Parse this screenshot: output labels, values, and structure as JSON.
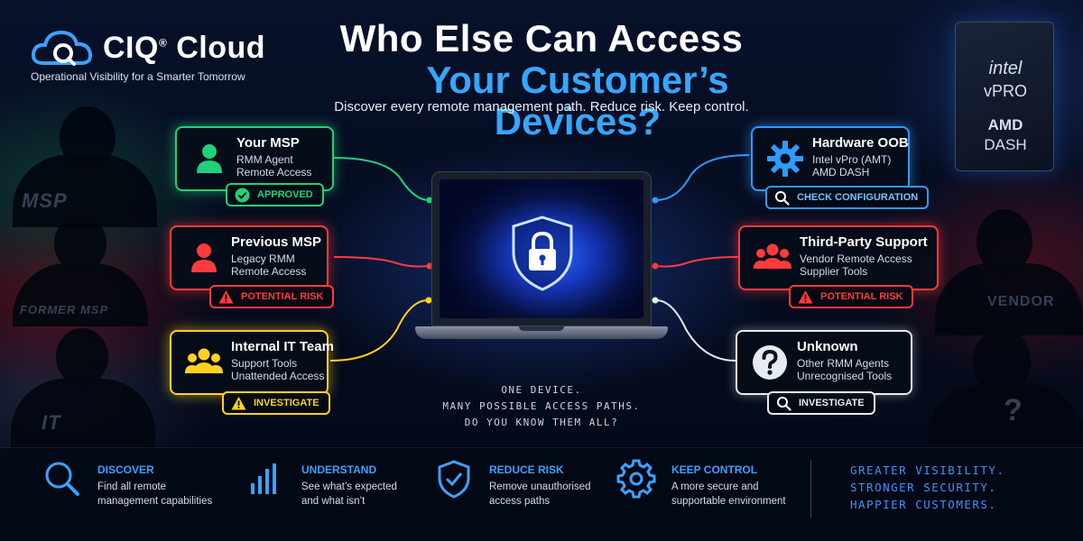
{
  "brand": {
    "name": "CIQ",
    "registered": "®",
    "suffix": "Cloud",
    "tagline": "Operational Visibility for a Smarter Tomorrow"
  },
  "headline": {
    "line1": "Who Else Can Access",
    "line2": "Your Customer’s Devices?",
    "subtitle": "Discover every remote management path. Reduce risk. Keep control."
  },
  "background_labels": {
    "msp": "MSP",
    "former_msp": "FORMER MSP",
    "it": "IT",
    "vendor": "VENDOR"
  },
  "chip": {
    "intel": "intel",
    "vpro": "vPRO",
    "amd": "AMD",
    "dash": "DASH"
  },
  "cards": {
    "your_msp": {
      "title": "Your MSP",
      "lines": [
        "RMM Agent",
        "Remote Access"
      ],
      "badge": "APPROVED",
      "color": "#21d07a",
      "icon": "person-icon"
    },
    "previous_msp": {
      "title": "Previous MSP",
      "lines": [
        "Legacy RMM",
        "Remote Access"
      ],
      "badge": "POTENTIAL RISK",
      "color": "#ff3b3b",
      "icon": "person-icon"
    },
    "internal_it": {
      "title": "Internal IT Team",
      "lines": [
        "Support Tools",
        "Unattended Access"
      ],
      "badge": "INVESTIGATE",
      "color": "#ffd21f",
      "icon": "group-icon"
    },
    "hardware_oob": {
      "title": "Hardware OOB",
      "lines": [
        "Intel vPro (AMT)",
        "AMD DASH"
      ],
      "badge": "CHECK CONFIGURATION",
      "color": "#2f9bff",
      "icon": "gear-icon"
    },
    "third_party": {
      "title": "Third-Party Support",
      "lines": [
        "Vendor Remote Access",
        "Supplier Tools"
      ],
      "badge": "POTENTIAL RISK",
      "color": "#ff3b3b",
      "icon": "group-icon"
    },
    "unknown": {
      "title": "Unknown",
      "lines": [
        "Other RMM Agents",
        "Unrecognised Tools"
      ],
      "badge": "INVESTIGATE",
      "color": "#e6ebf2",
      "icon": "question-icon"
    }
  },
  "center": {
    "lines": [
      "ONE DEVICE.",
      "MANY POSSIBLE ACCESS PATHS.",
      "DO YOU KNOW THEM ALL?"
    ]
  },
  "features": [
    {
      "title": "DISCOVER",
      "lines": [
        "Find all remote",
        "management capabilities"
      ],
      "icon": "search-icon"
    },
    {
      "title": "UNDERSTAND",
      "lines": [
        "See what’s expected",
        "and what isn’t"
      ],
      "icon": "bar-chart-icon"
    },
    {
      "title": "REDUCE RISK",
      "lines": [
        "Remove unauthorised",
        "access paths"
      ],
      "icon": "shield-check-icon"
    },
    {
      "title": "KEEP CONTROL",
      "lines": [
        "A more secure and",
        "supportable environment"
      ],
      "icon": "gear-icon"
    }
  ],
  "tagline": [
    "GREATER VISIBILITY.",
    "STRONGER SECURITY.",
    "HAPPIER CUSTOMERS."
  ],
  "colors": {
    "accent": "#37a6ff",
    "green": "#21d07a",
    "red": "#ff3b3b",
    "yellow": "#ffd21f",
    "blue": "#2f9bff"
  }
}
